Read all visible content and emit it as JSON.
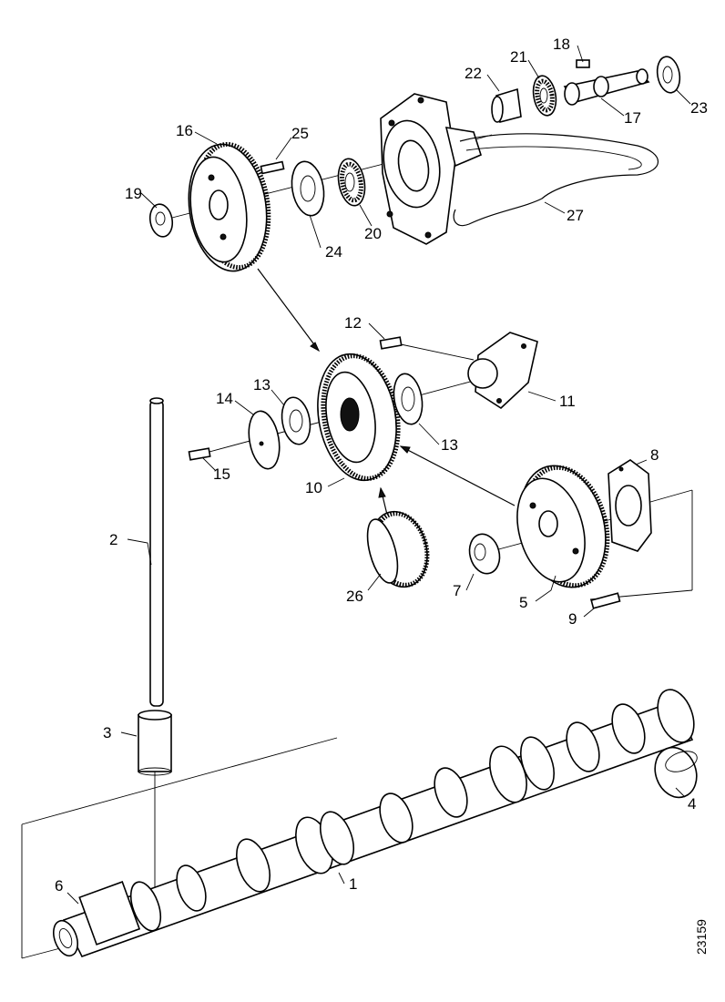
{
  "diagram": {
    "reference_number": "23159",
    "callouts": [
      {
        "id": "c1",
        "text": "1"
      },
      {
        "id": "c2",
        "text": "2"
      },
      {
        "id": "c3",
        "text": "3"
      },
      {
        "id": "c4",
        "text": "4"
      },
      {
        "id": "c5",
        "text": "5"
      },
      {
        "id": "c6",
        "text": "6"
      },
      {
        "id": "c7",
        "text": "7"
      },
      {
        "id": "c8",
        "text": "8"
      },
      {
        "id": "c9",
        "text": "9"
      },
      {
        "id": "c10",
        "text": "10"
      },
      {
        "id": "c11",
        "text": "11"
      },
      {
        "id": "c12",
        "text": "12"
      },
      {
        "id": "c13a",
        "text": "13"
      },
      {
        "id": "c13b",
        "text": "13"
      },
      {
        "id": "c14",
        "text": "14"
      },
      {
        "id": "c15",
        "text": "15"
      },
      {
        "id": "c16",
        "text": "16"
      },
      {
        "id": "c17",
        "text": "17"
      },
      {
        "id": "c18",
        "text": "18"
      },
      {
        "id": "c19",
        "text": "19"
      },
      {
        "id": "c20",
        "text": "20"
      },
      {
        "id": "c21",
        "text": "21"
      },
      {
        "id": "c22",
        "text": "22"
      },
      {
        "id": "c23",
        "text": "23"
      },
      {
        "id": "c24",
        "text": "24"
      },
      {
        "id": "c25",
        "text": "25"
      },
      {
        "id": "c26",
        "text": "26"
      },
      {
        "id": "c27",
        "text": "27"
      }
    ]
  }
}
